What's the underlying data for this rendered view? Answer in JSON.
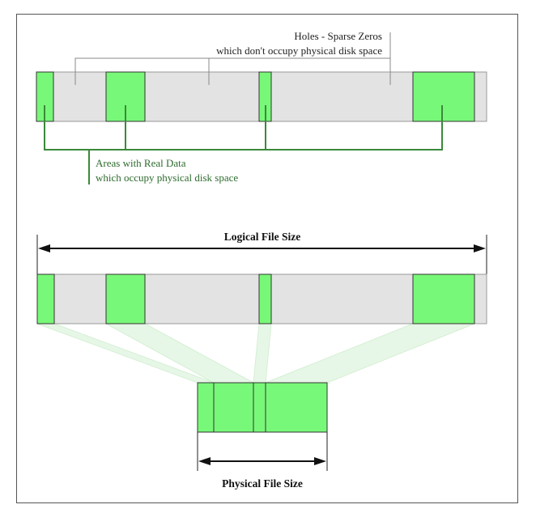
{
  "holes_label": {
    "line1": "Holes - Sparse Zeros",
    "line2": "which don't occupy physical disk space"
  },
  "data_label": {
    "line1": "Areas with Real Data",
    "line2": "which occupy physical disk space"
  },
  "logical_size_label": "Logical File Size",
  "physical_size_label": "Physical File Size",
  "colors": {
    "data_fill": "#78f878",
    "hole_fill": "#e3e3e3",
    "data_connector": "#3a8a3a",
    "hole_connector": "#888888",
    "projection": "#e3f6e3"
  }
}
